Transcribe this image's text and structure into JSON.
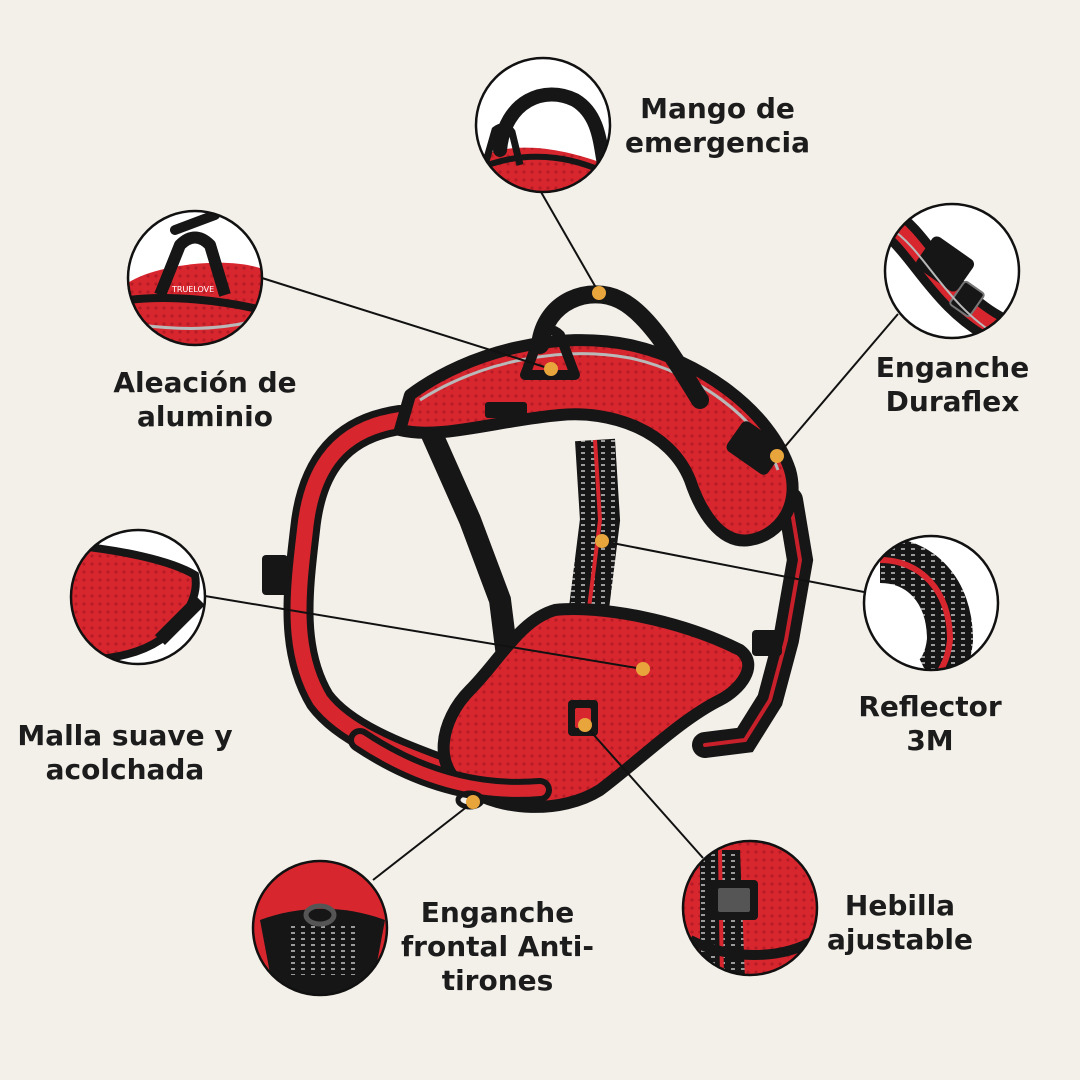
{
  "colors": {
    "background": "#f3efe9",
    "harness_red": "#d8262f",
    "harness_black": "#161616",
    "reflective_grey": "#b9b9b9",
    "marker_dot": "#e8a53c",
    "leader_line": "#111111"
  },
  "brand_tag": "TRUELOVE",
  "features": [
    {
      "id": "handle",
      "lines": [
        "Mango de",
        "emergencia"
      ],
      "icon": "emergency-handle-icon"
    },
    {
      "id": "aluminium",
      "lines": [
        "Aleación de",
        "aluminio"
      ],
      "icon": "aluminium-d-ring-icon"
    },
    {
      "id": "duraflex",
      "lines": [
        "Enganche",
        "Duraflex"
      ],
      "icon": "duraflex-buckle-icon"
    },
    {
      "id": "mesh",
      "lines": [
        "Malla suave y",
        "acolchada"
      ],
      "icon": "padded-mesh-icon"
    },
    {
      "id": "reflector",
      "lines": [
        "Reflector",
        "3M"
      ],
      "icon": "reflective-strap-icon"
    },
    {
      "id": "front_clip",
      "lines": [
        "Enganche",
        "frontal Anti-",
        "tirones"
      ],
      "icon": "front-clip-ring-icon"
    },
    {
      "id": "buckle",
      "lines": [
        "Hebilla",
        "ajustable"
      ],
      "icon": "adjustable-buckle-icon"
    }
  ]
}
